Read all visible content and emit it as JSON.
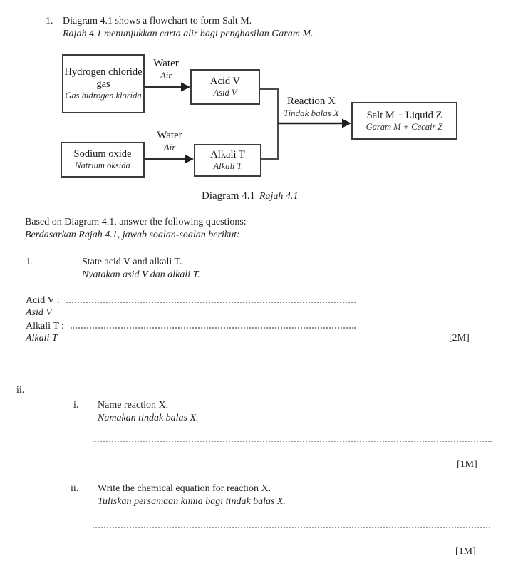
{
  "question": {
    "number": "1.",
    "intro_en": "Diagram 4.1 shows a flowchart to form Salt M.",
    "intro_ms": "Rajah 4.1 menunjukkan carta alir bagi penghasilan Garam M."
  },
  "flowchart": {
    "box_hcl": {
      "en": "Hydrogen chloride gas",
      "ms": "Gas hidrogen klorida"
    },
    "box_acid": {
      "en": "Acid V",
      "ms": "Asid V"
    },
    "box_sodium": {
      "en": "Sodium oxide",
      "ms": "Natrium oksida"
    },
    "box_alkali": {
      "en": "Alkali T",
      "ms": "Alkali T"
    },
    "box_salt": {
      "en": "Salt M  + Liquid Z",
      "ms": "Garam M  + Cecair Z"
    },
    "label_water_top": {
      "en": "Water",
      "ms": "Air"
    },
    "label_water_bottom": {
      "en": "Water",
      "ms": "Air"
    },
    "label_reaction": {
      "en": "Reaction X",
      "ms": "Tindak balas X"
    },
    "caption_en": "Diagram 4.1",
    "caption_ms": "Rajah 4.1"
  },
  "instruction": {
    "en": "Based on Diagram 4.1, answer the following questions:",
    "ms": "Berdasarkan Rajah 4.1, jawab soalan-soalan berikut:"
  },
  "part_i": {
    "number": "i.",
    "q_en": "State acid V and alkali T.",
    "q_ms": "Nyatakan asid V dan alkali T.",
    "acid_label_en": "Acid V :",
    "acid_label_ms": "Asid V",
    "alkali_label_en": "Alkali T :",
    "alkali_label_ms": "Alkali T",
    "marks": "[2M]"
  },
  "part_ii": {
    "number": "ii.",
    "sub_i": {
      "number": "i.",
      "q_en": "Name reaction X.",
      "q_ms": "Namakan tindak balas X.",
      "marks": "[1M]"
    },
    "sub_ii": {
      "number": "ii.",
      "q_en": "Write the chemical equation for reaction X.",
      "q_ms": "Tuliskan persamaan kimia bagi tindak balas X.",
      "marks": "[1M]"
    }
  }
}
